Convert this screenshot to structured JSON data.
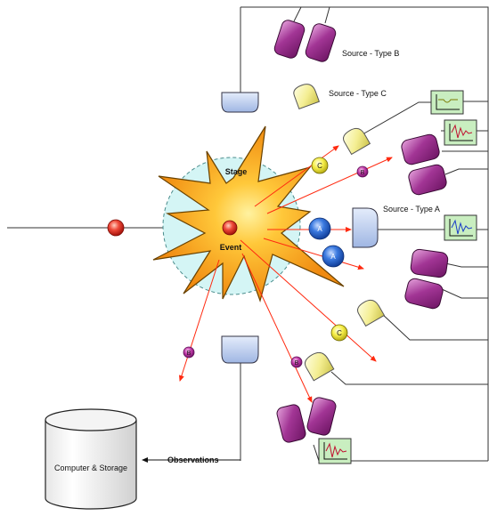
{
  "labels": {
    "source_b": "Source - Type B",
    "source_c": "Source - Type C",
    "source_a": "Source - Type A",
    "stage": "Stage",
    "event": "Event",
    "observations": "Observations",
    "storage": "Computer & Storage"
  },
  "particles": {
    "a": "A",
    "b": "B",
    "c": "C"
  },
  "colors": {
    "burst_outer": "#f59a14",
    "burst_inner": "#ffd43b",
    "stage_fill": "#d4f5f5",
    "source_b": "#9c2f8c",
    "source_c": "#f4ef8a",
    "source_a": "#b8c9ec",
    "particle_a": "#2f6fd6",
    "particle_b": "#b3339f",
    "particle_c": "#f0ea3c",
    "trajectory": "#ff2a10",
    "scope_green": "#c9eec0"
  },
  "icons": [
    "cylinder-storage-icon",
    "oscilloscope-icon",
    "detector-icon"
  ]
}
